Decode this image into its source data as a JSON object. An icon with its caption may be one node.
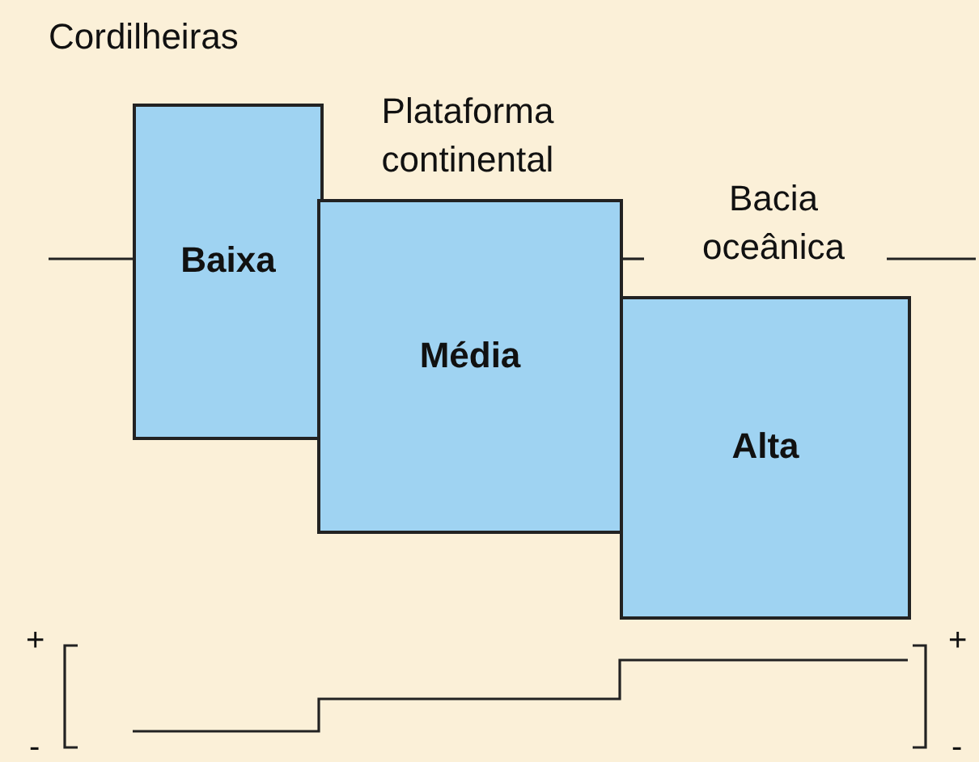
{
  "diagram": {
    "nodes": [
      {
        "text": [
          "Cordilheiras",
          "Baixa"
        ]
      },
      {
        "text": [
          "Plataforma continental",
          "Média"
        ]
      },
      {
        "text": [
          "Bacia oceânica",
          "Alta"
        ]
      }
    ],
    "edges": [],
    "labels": [
      "+",
      "+",
      "-",
      "-"
    ]
  }
}
